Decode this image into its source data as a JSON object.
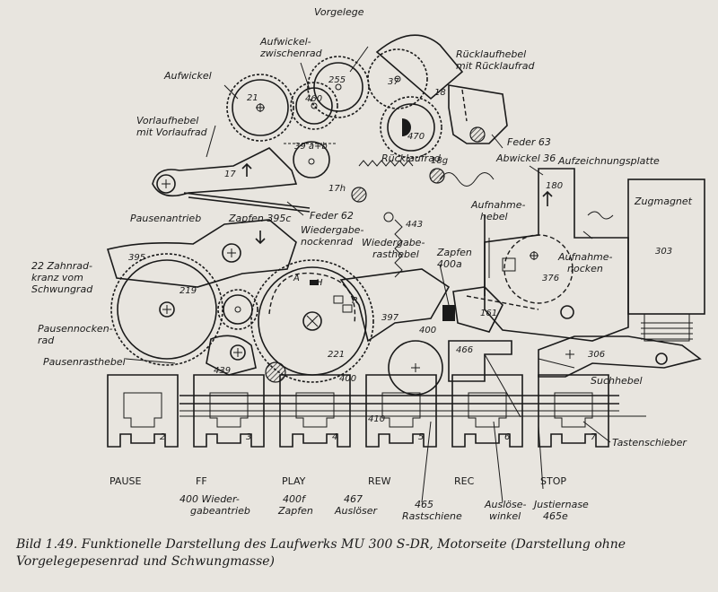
{
  "labels": {
    "vorgelege": "Vorgelege",
    "ruecklaufhebel": "Rücklaufhebel",
    "mit_ruecklaufrad": "mit Rücklaufrad",
    "aufwickel_zwischenrad_1": "Aufwickel-",
    "aufwickel_zwischenrad_2": "zwischenrad",
    "aufwickel": "Aufwickel",
    "vorlaufhebel": "Vorlaufhebel",
    "mit_vorlaufrad": "mit Vorlaufrad",
    "feder_63": "Feder 63",
    "abwickel_36": "Abwickel 36",
    "ruecklaufrad": "Rücklaufrad",
    "aufzeichnungsplatte": "Aufzeichnungsplatte",
    "zugmagnet": "Zugmagnet",
    "feder_62": "Feder 62",
    "aufnahme_hebel_1": "Aufnahme-",
    "aufnahme_hebel_2": "hebel",
    "pausenantrieb": "Pausenantrieb",
    "zapfen_395c": "Zapfen 395c",
    "wiedergabe_nockenrad_1": "Wiedergabe-",
    "wiedergabe_nockenrad_2": "nockenrad",
    "wiedergabe_rasthebel_1": "Wiedergabe-",
    "wiedergabe_rasthebel_2": "rasthebel",
    "zapfen_400a_1": "Zapfen",
    "zapfen_400a_2": "400a",
    "aufnahme_nocken_1": "Aufnahme-",
    "aufnahme_nocken_2": "nocken",
    "zahnradkranz_1": "22 Zahnrad-",
    "zahnradkranz_2": "kranz vom",
    "zahnradkranz_3": "Schwungrad",
    "pausennockenrad_1": "Pausennocken-",
    "pausennockenrad_2": "rad",
    "pausenrasthebel": "Pausenrasthebel",
    "suchhebel": "Suchhebel",
    "tastenschieber": "Tastenschieber",
    "wiedergabeantrieb_1": "400 Wieder-",
    "wiedergabeantrieb_2": "gabeantrieb",
    "zapfen_400f_1": "400f",
    "zapfen_400f_2": "Zapfen",
    "ausloeser_1": "467",
    "ausloeser_2": "Auslöser",
    "rastschiene_1": "465",
    "rastschiene_2": "Rastschiene",
    "ausloesewinkel_1": "Auslöse-",
    "ausloesewinkel_2": "winkel",
    "justiernase_1": "Justiernase",
    "justiernase_2": "465e"
  },
  "numbers": {
    "n21": "21",
    "n460": "460",
    "n255": "255",
    "n37": "37",
    "n18": "18",
    "n470": "470",
    "n39": "39 a+b",
    "n17": "17",
    "n17h": "17h",
    "n18g": "18g",
    "n180": "180",
    "n303": "303",
    "n443": "443",
    "n395": "395",
    "n219": "219",
    "n397": "397",
    "n221": "221",
    "n400": "400",
    "n410": "410",
    "n161": "161",
    "n376": "376",
    "n466": "466",
    "n306": "306",
    "n439": "439",
    "n400s": "400",
    "a": "A",
    "h": "H",
    "r": "R"
  },
  "keys": [
    {
      "num": "2",
      "label": "PAUSE"
    },
    {
      "num": "3",
      "label": "FF"
    },
    {
      "num": "4",
      "label": "PLAY"
    },
    {
      "num": "5",
      "label": "REW"
    },
    {
      "num": "6",
      "label": "REC"
    },
    {
      "num": "7",
      "label": "STOP"
    }
  ],
  "caption": {
    "line1": "Bild 1.49.  Funktionelle Darstellung des Laufwerks MU 300 S-DR, Motorseite (Darstellung ohne",
    "line2": "Vorgelegepesenrad und Schwungmasse)"
  }
}
